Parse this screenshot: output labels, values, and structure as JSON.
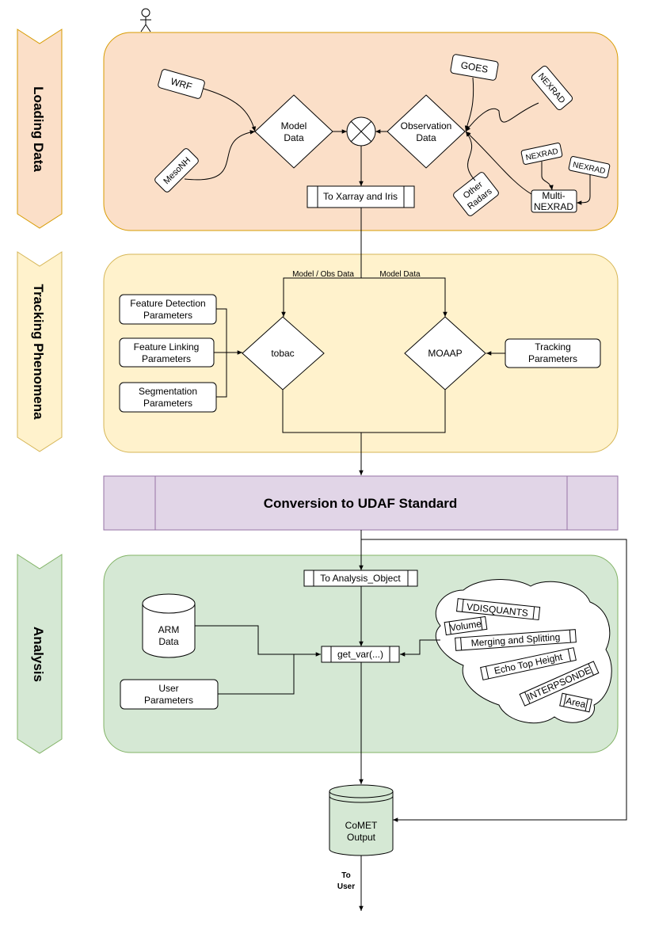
{
  "colors": {
    "loading_fill": "#fbdfc8",
    "loading_stroke": "#d79b00",
    "tracking_fill": "#fff2cc",
    "tracking_stroke": "#d6b656",
    "conversion_fill": "#e1d5e7",
    "conversion_stroke": "#9673a6",
    "analysis_fill": "#d5e8d4",
    "analysis_stroke": "#82b366"
  },
  "lanes": {
    "loading": "Loading Data",
    "tracking": "Tracking Phenomena",
    "analysis": "Analysis"
  },
  "loading": {
    "wrf": "WRF",
    "mesonh": "MesoNH",
    "model_data": [
      "Model",
      "Data"
    ],
    "observation_data": [
      "Observation",
      "Data"
    ],
    "goes": "GOES",
    "nexrad_large": "NEXRAD",
    "nexrad_small_1": "NEXRAD",
    "nexrad_small_2": "NEXRAD",
    "other_radars": [
      "Other",
      "Radars"
    ],
    "multi_nexrad": [
      "Multi-",
      "NEXRAD"
    ],
    "to_xarray": "To Xarray and Iris"
  },
  "tracking": {
    "model_obs_label": "Model / Obs Data",
    "model_label": "Model Data",
    "feature_detection": [
      "Feature Detection",
      "Parameters"
    ],
    "feature_linking": [
      "Feature Linking",
      "Parameters"
    ],
    "segmentation": [
      "Segmentation",
      "Parameters"
    ],
    "tobac": "tobac",
    "moaap": "MOAAP",
    "tracking_params": [
      "Tracking",
      "Parameters"
    ]
  },
  "conversion": {
    "title": "Conversion to UDAF Standard"
  },
  "analysis": {
    "to_analysis": "To Analysis_Object",
    "arm_data": [
      "ARM",
      "Data"
    ],
    "user_params": [
      "User",
      "Parameters"
    ],
    "get_var": "get_var(...)",
    "vars": {
      "vdisquants": "VDISQUANTS",
      "volume": "Volume",
      "merging": "Merging and Splitting",
      "echo_top": "Echo Top Height",
      "interpsonde": "INTERPSONDE",
      "area": "Area"
    }
  },
  "output": {
    "comet": [
      "CoMET",
      "Output"
    ],
    "to_user": [
      "To",
      "User"
    ]
  }
}
